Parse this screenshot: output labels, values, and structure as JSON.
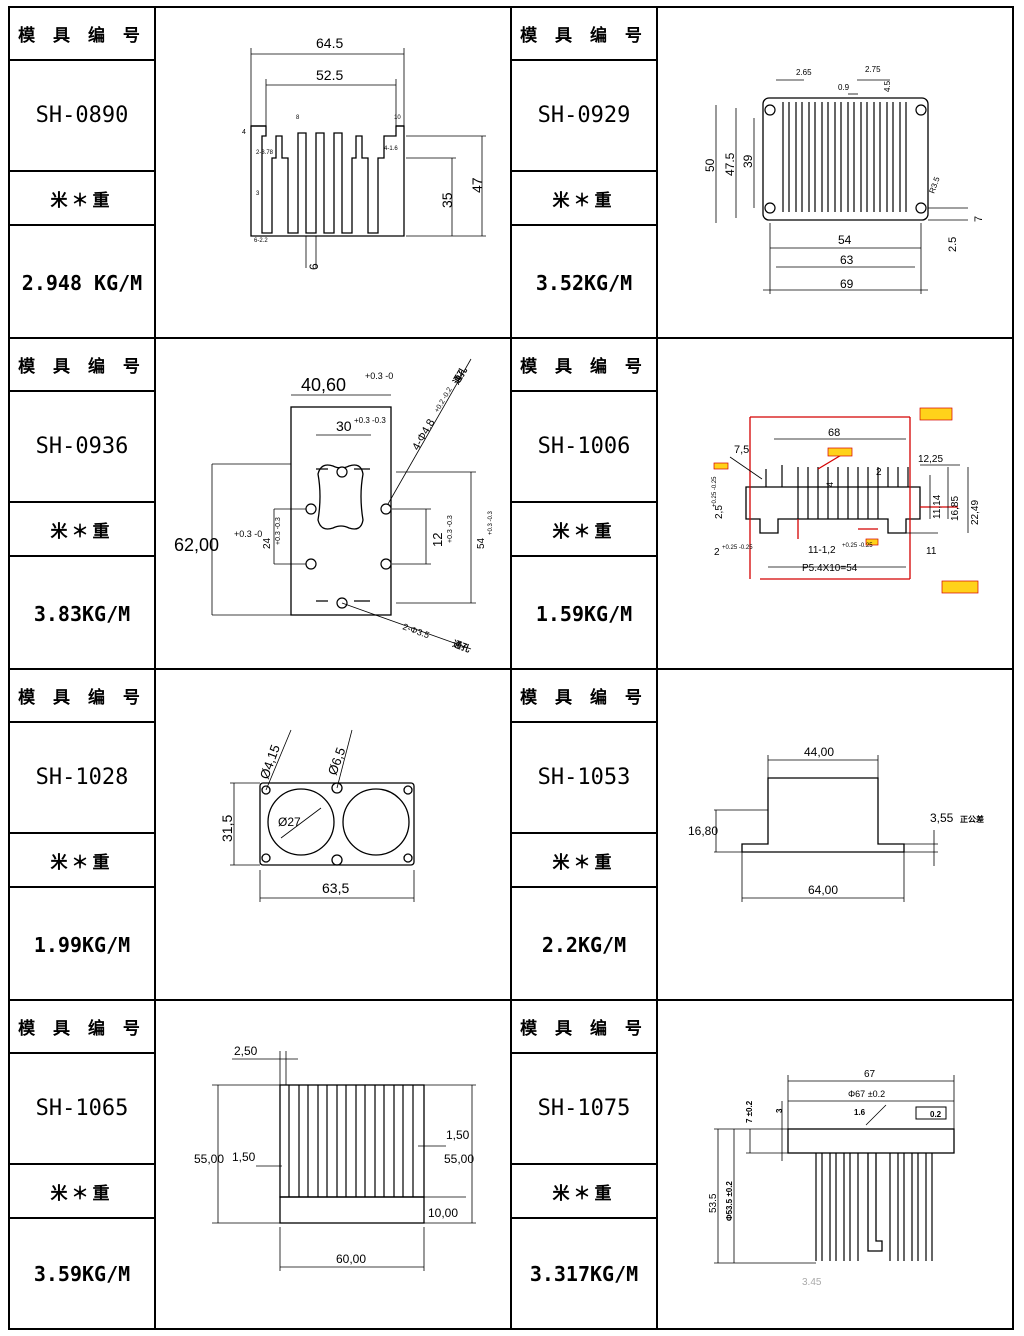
{
  "entries": [
    {
      "header": "模 具 编 号",
      "code": "SH-0890",
      "weight_label": "米＊重",
      "weight": "2.948 KG/M",
      "dims": {
        "a": "64.5",
        "b": "52.5",
        "c": "47",
        "d": "35",
        "e": "6",
        "f": "4",
        "g": "2-3.78",
        "h": "3",
        "i": "6-2.2",
        "j": "4-1.6",
        "k": "8",
        "l": "10"
      }
    },
    {
      "header": "模 具 编 号",
      "code": "SH-0929",
      "weight_label": "米＊重",
      "weight": "3.52KG/M",
      "dims": {
        "a": "2.65",
        "b": "2.75",
        "c": "0.9",
        "d": "4.5",
        "e": "50",
        "f": "47.5",
        "g": "39",
        "h": "R3.5",
        "i": "7",
        "j": "2.5",
        "k": "54",
        "l": "63",
        "m": "69"
      }
    },
    {
      "header": "模 具 编 号",
      "code": "SH-0936",
      "weight_label": "米＊重",
      "weight": "3.83KG/M",
      "dims": {
        "a": "40,60",
        "a_tol": "+0.3 -0",
        "b": "30",
        "b_tol": "+0.3 -0.3",
        "c": "4-Φ4.8",
        "c_tol": "+0.2 -0.2",
        "c_note": "通孔",
        "d": "62,00",
        "d_tol": "+0.3 -0",
        "e": "24",
        "e_tol": "+0.3 -0.3",
        "f": "12",
        "f_tol": "+0.3 -0.3",
        "g": "54",
        "g_tol": "+0.3 -0.3",
        "h": "2-Φ3.5",
        "h_note": "通孔"
      }
    },
    {
      "header": "模 具 编 号",
      "code": "SH-1006",
      "weight_label": "米＊重",
      "weight": "1.59KG/M",
      "dims": {
        "a": "68",
        "b": "7,5",
        "c": "12,25",
        "d": "2",
        "e": "4",
        "f": "2,5",
        "f_tol": "+0.25 -0.25",
        "g": "11,14",
        "h": "16,85",
        "i": "22,49",
        "j": "2",
        "j_tol": "+0.25 -0.25",
        "k": "11-1,2",
        "k_tol": "+0.25 -0.25",
        "l": "11",
        "m": "P5.4X10=54"
      }
    },
    {
      "header": "模 具 编 号",
      "code": "SH-1028",
      "weight_label": "米＊重",
      "weight": "1.99KG/M",
      "dims": {
        "a": "Ø4,15",
        "b": "Ø6,5",
        "c": "Ø27",
        "d": "31,5",
        "e": "63,5"
      }
    },
    {
      "header": "模 具 编 号",
      "code": "SH-1053",
      "weight_label": "米＊重",
      "weight": "2.2KG/M",
      "dims": {
        "a": "44,00",
        "b": "16,80",
        "c": "3,55",
        "c_note": "正公差",
        "d": "64,00"
      }
    },
    {
      "header": "模 具 编 号",
      "code": "SH-1065",
      "weight_label": "米＊重",
      "weight": "3.59KG/M",
      "dims": {
        "a": "2,50",
        "b": "55,00",
        "c": "1,50",
        "d": "1,50",
        "e": "55,00",
        "f": "10,00",
        "g": "60,00"
      }
    },
    {
      "header": "模 具 编 号",
      "code": "SH-1075",
      "weight_label": "米＊重",
      "weight": "3.317KG/M",
      "dims": {
        "a": "67",
        "b": "Φ67 ±0.2",
        "c": "1.6",
        "d": "0.2",
        "e": "7 ±0.2",
        "f": "3",
        "g": "53.5",
        "h": "Φ53.5 ±0.2",
        "i": "3.45"
      }
    }
  ],
  "colors": {
    "line": "#000000",
    "highlight_red": "#d40000",
    "tag_yellow": "#ffd21a"
  }
}
